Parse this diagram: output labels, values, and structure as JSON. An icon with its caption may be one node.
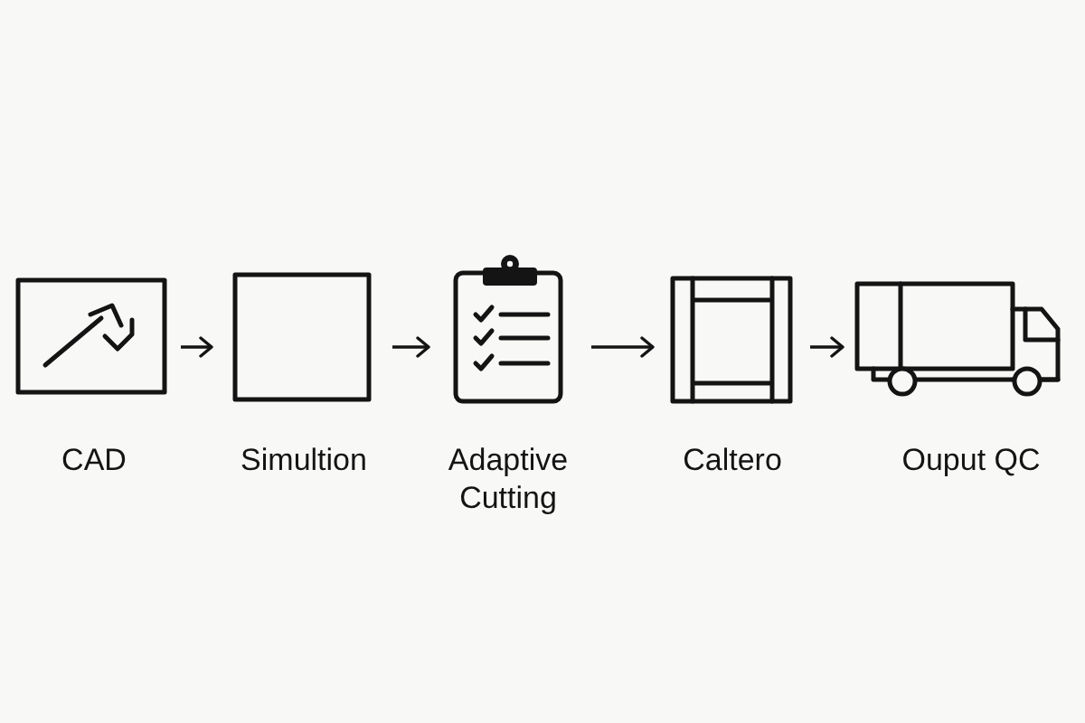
{
  "diagram": {
    "nodes": [
      {
        "text": [
          "CAD"
        ]
      },
      {
        "text": [
          "Simultion"
        ]
      },
      {
        "text": [
          "Adaptive Cutting"
        ]
      },
      {
        "text": [
          "Caltero"
        ]
      },
      {
        "text": [
          "Ouput QC"
        ]
      }
    ],
    "edges": [
      {
        "from": 0,
        "to": 1,
        "arrow": "to"
      },
      {
        "from": 1,
        "to": 2,
        "arrow": "to"
      },
      {
        "from": 2,
        "to": 3,
        "arrow": "to"
      },
      {
        "from": 3,
        "to": 4,
        "arrow": "to"
      }
    ]
  }
}
